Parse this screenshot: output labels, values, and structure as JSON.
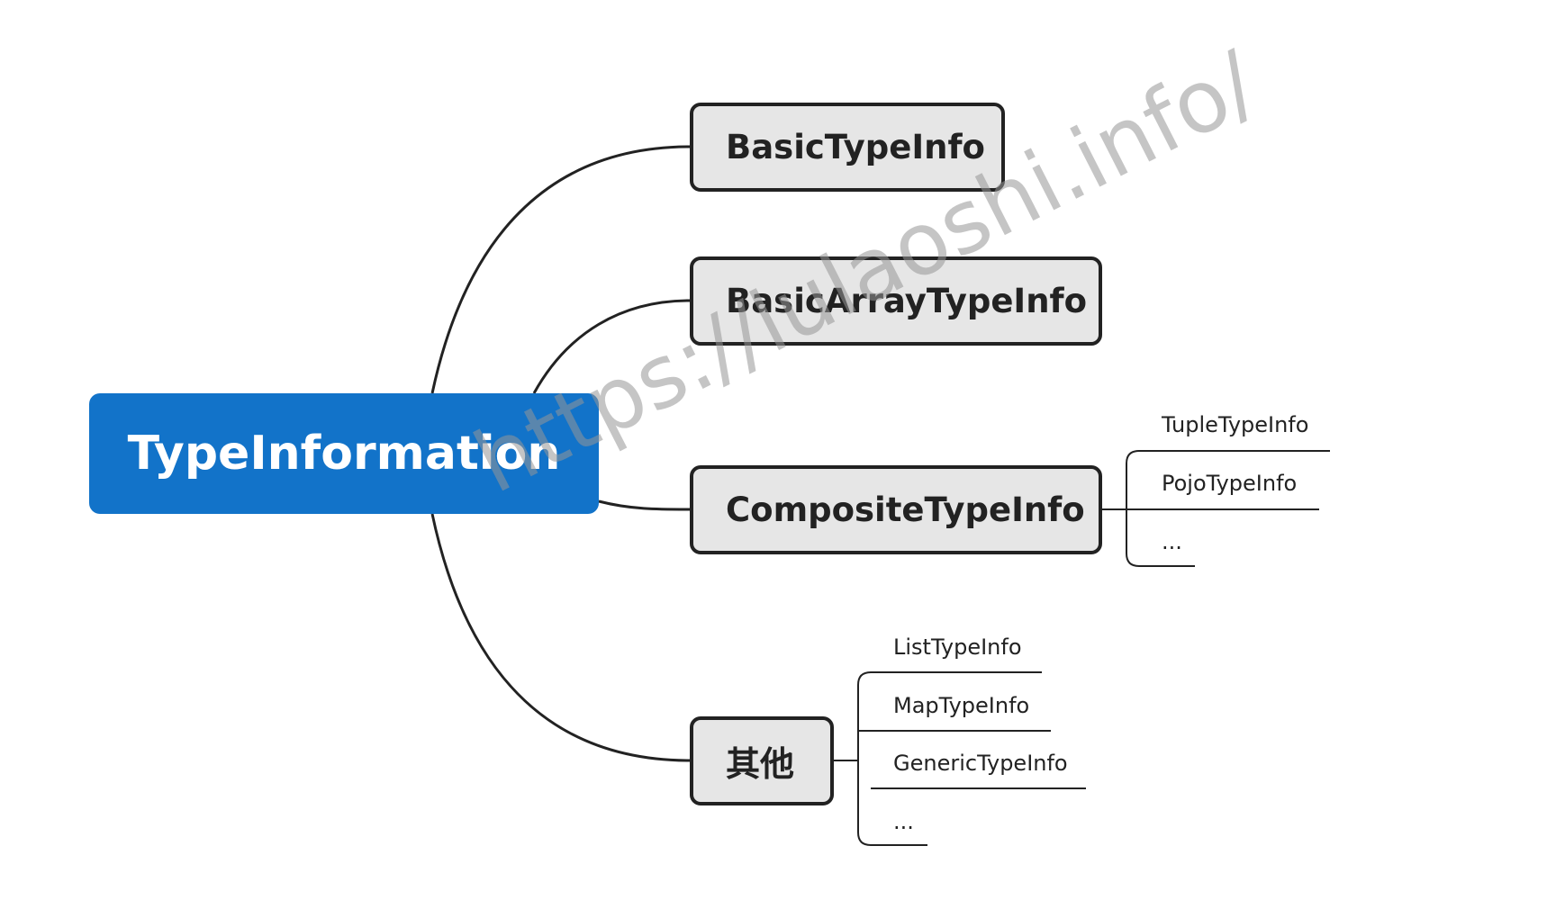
{
  "diagram": {
    "root": {
      "label": "TypeInformation"
    },
    "children": [
      {
        "id": "basic",
        "label": "BasicTypeInfo"
      },
      {
        "id": "basicarray",
        "label": "BasicArrayTypeInfo"
      },
      {
        "id": "composite",
        "label": "CompositeTypeInfo",
        "leaves": [
          "TupleTypeInfo",
          "PojoTypeInfo",
          "..."
        ]
      },
      {
        "id": "other",
        "label": "其他",
        "leaves": [
          "ListTypeInfo",
          "MapTypeInfo",
          "GenericTypeInfo",
          "..."
        ]
      }
    ]
  },
  "watermark": "https://lulaoshi.info/",
  "colors": {
    "root_fill": "#1273c9",
    "root_text": "#ffffff",
    "child_fill": "#e6e6e6",
    "line": "#222222"
  }
}
